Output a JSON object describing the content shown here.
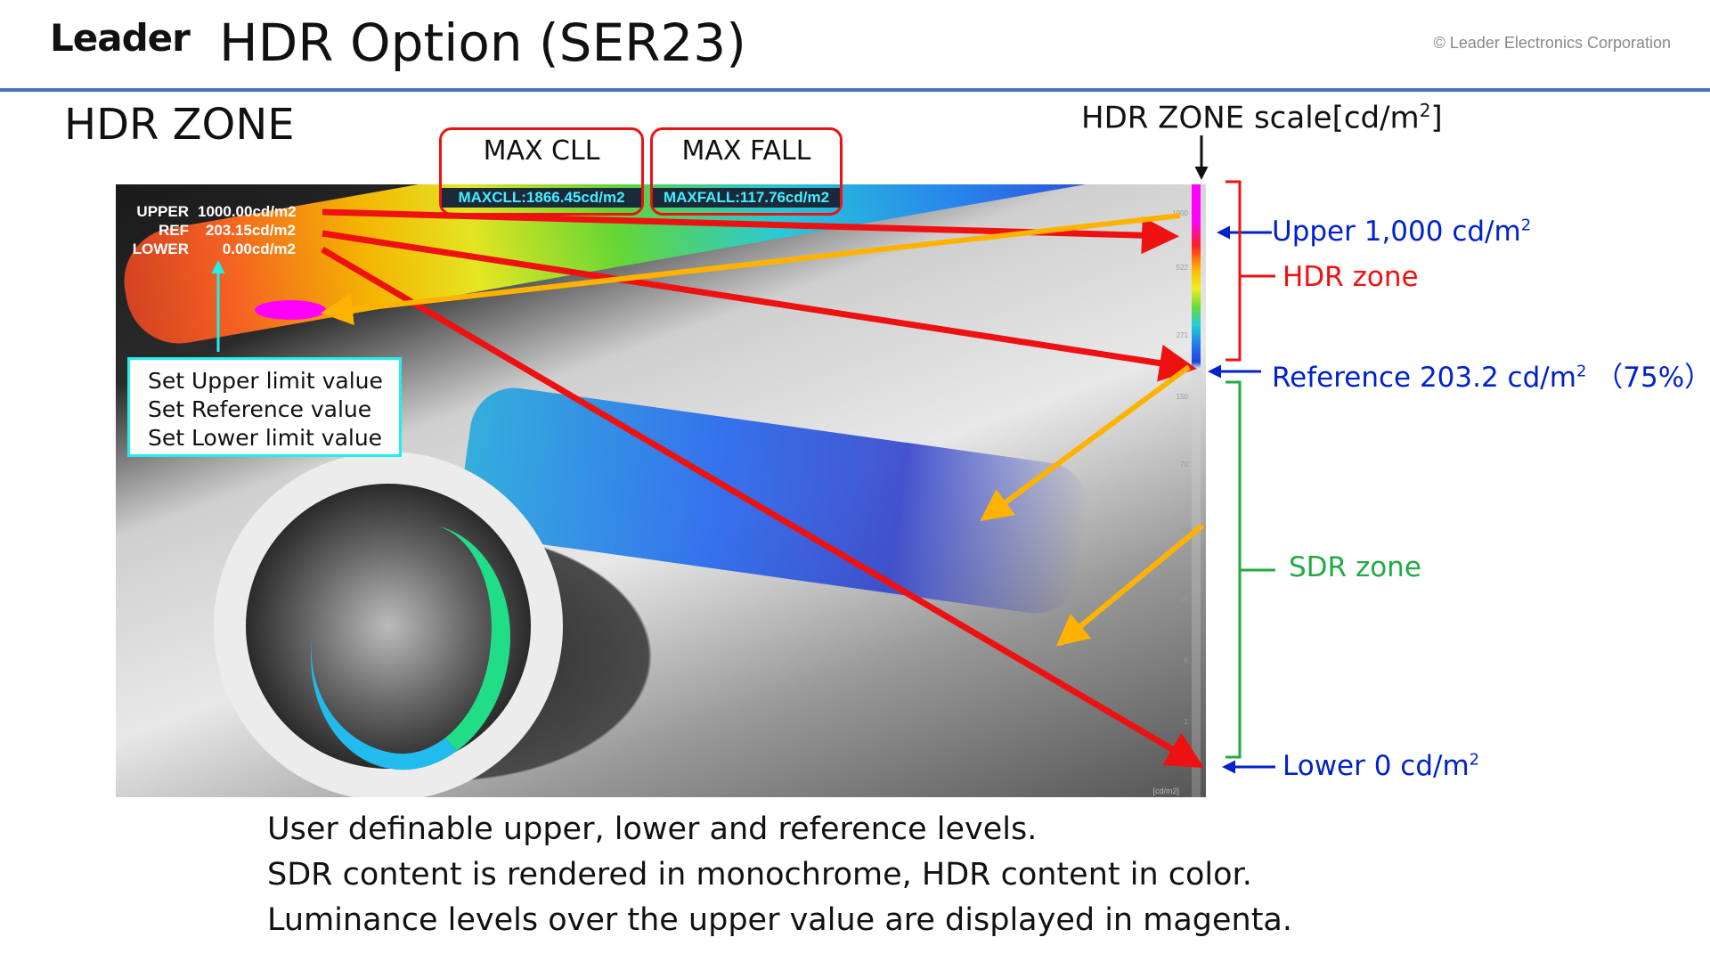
{
  "header": {
    "logo": "Leader",
    "title": "HDR Option (SER23)",
    "copyright": "© Leader Electronics Corporation"
  },
  "section": {
    "title": "HDR ZONE",
    "scale_title": "HDR ZONE scale[cd/m",
    "scale_title_sup": "2",
    "scale_title_end": "]"
  },
  "overlay": {
    "upper_key": "UPPER",
    "upper_value": "1000.00cd/m2",
    "ref_key": "REF",
    "ref_value": "203.15cd/m2",
    "lower_key": "LOWER",
    "lower_value": "0.00cd/m2",
    "scale_unit": "[cd/m2]"
  },
  "measures": {
    "maxcll_label": "MAX CLL",
    "maxcll_value": "MAXCLL:1866.45cd/m2",
    "maxfall_label": "MAX FALL",
    "maxfall_value": "MAXFALL:117.76cd/m2"
  },
  "callout": {
    "line1": "Set Upper limit value",
    "line2": "Set Reference value",
    "line3": "Set Lower limit value"
  },
  "labels": {
    "upper": "Upper 1,000 cd/m",
    "upper_sup": "2",
    "hdr_zone": "HDR zone",
    "reference": "Reference  203.2 cd/m",
    "reference_sup": "2",
    "reference_pct": " （75%）",
    "sdr_zone": "SDR zone",
    "lower": "Lower 0 cd/m",
    "lower_sup": "2"
  },
  "description": {
    "line1": "User definable upper, lower and reference levels.",
    "line2": "SDR content is rendered in monochrome, HDR content in color.",
    "line3": "Luminance levels over the upper value are displayed in magenta."
  },
  "colors": {
    "accent_rule": "#4a74b8",
    "arrow_red": "#ee1111",
    "arrow_orange": "#ffb300",
    "blue_label": "#0022cc",
    "green_label": "#22aa44",
    "callout_border": "#22eeee",
    "magenta": "#ff00ff"
  },
  "scale_ticks": [
    "1000",
    "522",
    "271",
    "150",
    "70",
    "25",
    "15",
    "6",
    "1"
  ]
}
